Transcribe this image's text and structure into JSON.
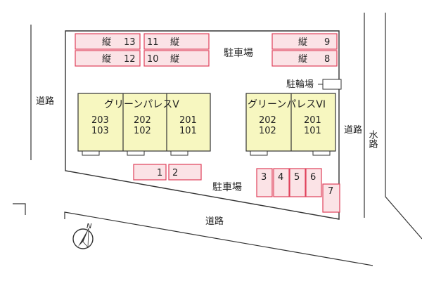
{
  "labels": {
    "parking": "駐車場",
    "bicycle_parking": "駐輪場",
    "road": "道路",
    "waterway": "水路",
    "compass_north": "N"
  },
  "parking_top": {
    "slot_13": {
      "text": "縦",
      "number": "13"
    },
    "slot_12": {
      "text": "縦",
      "number": "12"
    },
    "slot_11": {
      "number": "11",
      "text": "縦"
    },
    "slot_10": {
      "number": "10",
      "text": "縦"
    },
    "slot_9": {
      "text": "縦",
      "number": "9"
    },
    "slot_8": {
      "text": "縦",
      "number": "8"
    }
  },
  "parking_bottom": {
    "slot_1": "1",
    "slot_2": "2",
    "slot_3": "3",
    "slot_4": "4",
    "slot_5": "5",
    "slot_6": "6",
    "slot_7": "7"
  },
  "buildings": {
    "v": {
      "name": "グリーンパレスV",
      "rooms": [
        {
          "upper": "203",
          "lower": "103"
        },
        {
          "upper": "202",
          "lower": "102"
        },
        {
          "upper": "201",
          "lower": "101"
        }
      ]
    },
    "vi": {
      "name": "グリーンパレスVI",
      "rooms": [
        {
          "upper": "202",
          "lower": "102"
        },
        {
          "upper": "201",
          "lower": "101"
        }
      ]
    }
  },
  "colors": {
    "building_fill": "#f7f7c0",
    "parking_fill": "#fbe3e6",
    "parking_stroke": "#e0405a",
    "line": "#333333"
  }
}
